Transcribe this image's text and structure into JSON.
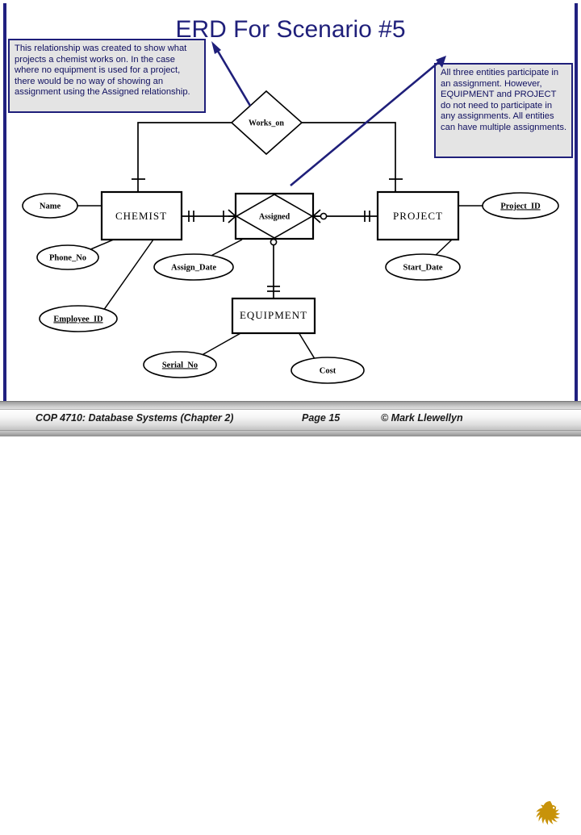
{
  "slide": {
    "title": "ERD For Scenario #5",
    "title_color": "#1f1f7a",
    "frame_color": "#202080"
  },
  "notes": {
    "left": "This relationship was created to show what projects a chemist works on.  In the case where no equipment is used for a project, there would be no way of showing an assignment using the Assigned relationship.",
    "right": "All three entities participate in an assignment.  However, EQUIPMENT and PROJECT do not need to participate in any assignments.  All entities can have multiple assignments."
  },
  "diagram": {
    "entities": [
      {
        "name": "CHEMIST",
        "label": "CHEMIST"
      },
      {
        "name": "PROJECT",
        "label": "PROJECT"
      },
      {
        "name": "EQUIPMENT",
        "label": "EQUIPMENT"
      }
    ],
    "relationships": [
      {
        "name": "works-on",
        "label": "Works_on",
        "kind": "diamond"
      },
      {
        "name": "assigned",
        "label": "Assigned",
        "kind": "associative-entity"
      }
    ],
    "attributes": [
      {
        "label": "Name",
        "owner": "CHEMIST",
        "key": false
      },
      {
        "label": "Phone_No",
        "owner": "CHEMIST",
        "key": false
      },
      {
        "label": "Employee_ID",
        "owner": "CHEMIST",
        "key": true
      },
      {
        "label": "Project_ID",
        "owner": "PROJECT",
        "key": true
      },
      {
        "label": "Start_Date",
        "owner": "PROJECT",
        "key": false
      },
      {
        "label": "Serial_No",
        "owner": "EQUIPMENT",
        "key": true
      },
      {
        "label": "Cost",
        "owner": "EQUIPMENT",
        "key": false
      },
      {
        "label": "Assign_Date",
        "owner": "Assigned",
        "key": false
      }
    ],
    "connections": [
      {
        "from": "Works_on",
        "to": "CHEMIST",
        "from_card": "one",
        "to_card": "one-or-many"
      },
      {
        "from": "Works_on",
        "to": "PROJECT",
        "from_card": "one",
        "to_card": "one-or-many"
      },
      {
        "from": "CHEMIST",
        "to": "Assigned",
        "from_card": "one",
        "to_card": "one-or-many"
      },
      {
        "from": "Assigned",
        "to": "PROJECT",
        "from_card": "zero-or-many",
        "to_card": "one"
      },
      {
        "from": "Assigned",
        "to": "EQUIPMENT",
        "from_card": "zero-or-many",
        "to_card": "one"
      }
    ]
  },
  "footer": {
    "course": "COP 4710: Database Systems  (Chapter 2)",
    "page": "Page 15",
    "copyright": "© Mark Llewellyn",
    "logo": "pegasus-logo",
    "logo_color": "#c8930a"
  }
}
